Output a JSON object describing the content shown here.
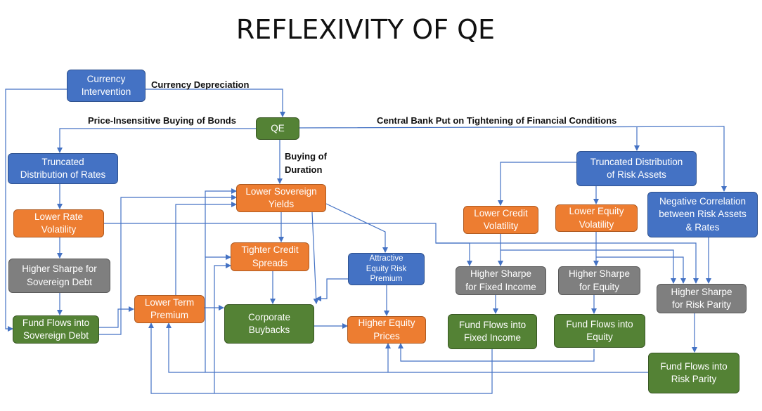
{
  "title": "REFLEXIVITY OF QE",
  "nodes": {
    "qe": "QE",
    "currency_intervention": "Currency\nIntervention",
    "truncated_rates": "Truncated\nDistribution of Rates",
    "lower_rate_vol": "Lower Rate\nVolatility",
    "sharpe_sovereign": "Higher Sharpe for\nSovereign Debt",
    "flows_sovereign": "Fund Flows into\nSovereign Debt",
    "lower_term_premium": "Lower Term\nPremium",
    "lower_sovereign_yields": "Lower Sovereign\nYields",
    "tighter_credit": "Tighter Credit\nSpreads",
    "corporate_buybacks": "Corporate\nBuybacks",
    "attractive_erp": "Attractive\nEquity Risk\nPremium",
    "higher_equity_prices": "Higher Equity\nPrices",
    "truncated_risk": "Truncated Distribution\nof Risk Assets",
    "lower_credit_vol": "Lower Credit\nVolatility",
    "lower_equity_vol": "Lower Equity\nVolatility",
    "neg_correlation": "Negative Correlation\nbetween Risk Assets\n& Rates",
    "sharpe_fixed_income": "Higher Sharpe\nfor Fixed Income",
    "sharpe_equity": "Higher Sharpe\nfor Equity",
    "sharpe_risk_parity": "Higher Sharpe\nfor Risk Parity",
    "flows_fixed_income": "Fund Flows into\nFixed Income",
    "flows_equity": "Fund Flows into\nEquity",
    "flows_risk_parity": "Fund Flows into\nRisk Parity"
  },
  "edge_labels": {
    "currency_depreciation": "Currency Depreciation",
    "price_insensitive": "Price-Insensitive Buying of Bonds",
    "central_bank_put": "Central Bank Put on Tightening of Financial Conditions",
    "buying_duration": "Buying of\nDuration"
  },
  "colors": {
    "blue": "#4472c4",
    "orange": "#ed7d31",
    "grey": "#7f7f7f",
    "green": "#548235",
    "line": "#4472c4"
  }
}
